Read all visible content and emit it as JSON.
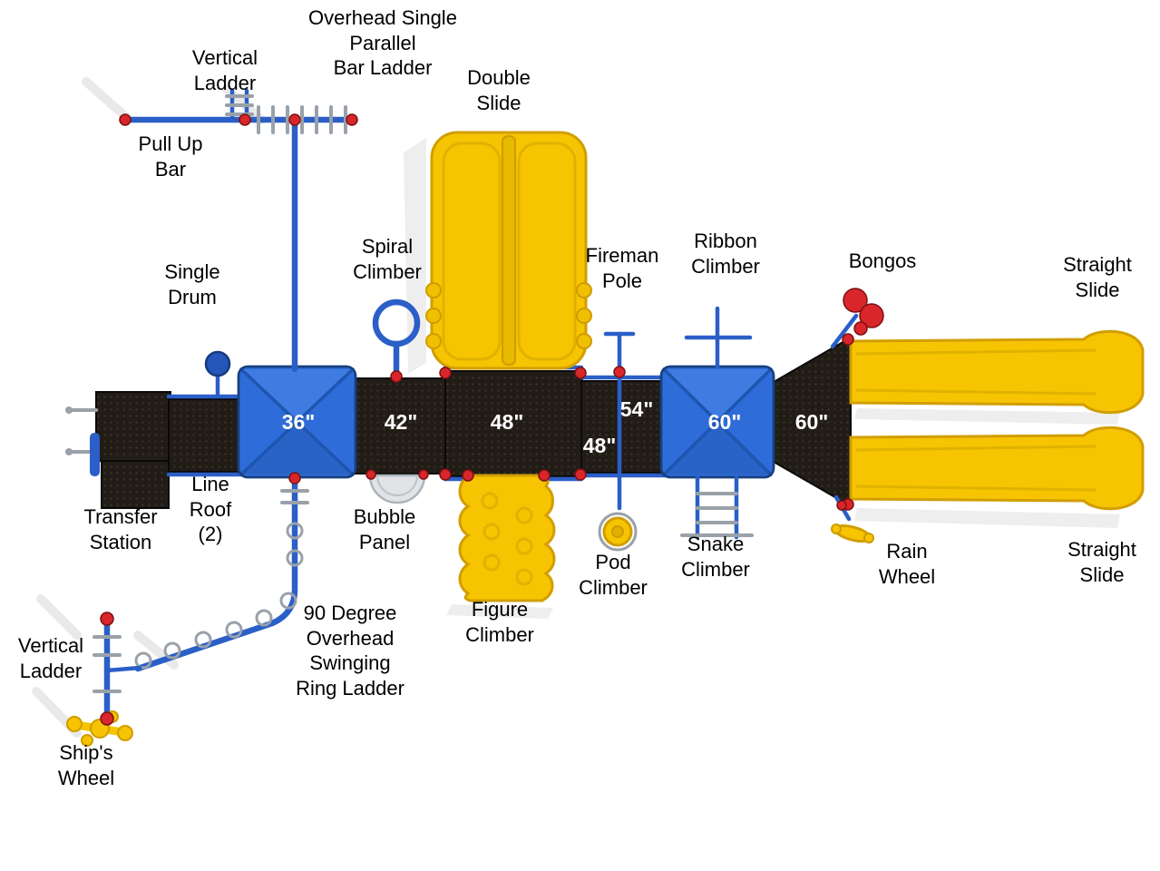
{
  "labels": {
    "overhead_ladder": "Overhead Single\nParallel\nBar Ladder",
    "vertical_ladder_top": "Vertical\nLadder",
    "pull_up_bar": "Pull Up\nBar",
    "double_slide": "Double\nSlide",
    "spiral_climber": "Spiral\nClimber",
    "fireman_pole": "Fireman\nPole",
    "ribbon_climber": "Ribbon\nClimber",
    "bongos": "Bongos",
    "straight_slide_top": "Straight\nSlide",
    "single_drum": "Single\nDrum",
    "transfer_station": "Transfer\nStation",
    "line_roof": "Line\nRoof\n(2)",
    "bubble_panel": "Bubble\nPanel",
    "pod_climber": "Pod\nClimber",
    "snake_climber": "Snake\nClimber",
    "rain_wheel": "Rain\nWheel",
    "straight_slide_bottom": "Straight\nSlide",
    "figure_climber": "Figure\nClimber",
    "ring_ladder": "90 Degree\nOverhead\nSwinging\nRing Ladder",
    "vertical_ladder_bottom": "Vertical\nLadder",
    "ships_wheel": "Ship's\nWheel"
  },
  "deck_heights": {
    "deck_36": "36\"",
    "deck_42": "42\"",
    "deck_48a": "48\"",
    "deck_54": "54\"",
    "deck_48b": "48\"",
    "deck_60a": "60\"",
    "deck_60b": "60\""
  },
  "colors": {
    "background": "#ffffff",
    "label_text": "#000000",
    "deck_label_text": "#ffffff",
    "deck_black": "#211c16",
    "roof_blue": "#2e6cd9",
    "pipe_blue": "#2b5fc7",
    "slide_yellow": "#f6c400",
    "slide_stroke": "#d19e00",
    "connector_red": "#d8262a",
    "rung_gray": "#99a1a9"
  }
}
